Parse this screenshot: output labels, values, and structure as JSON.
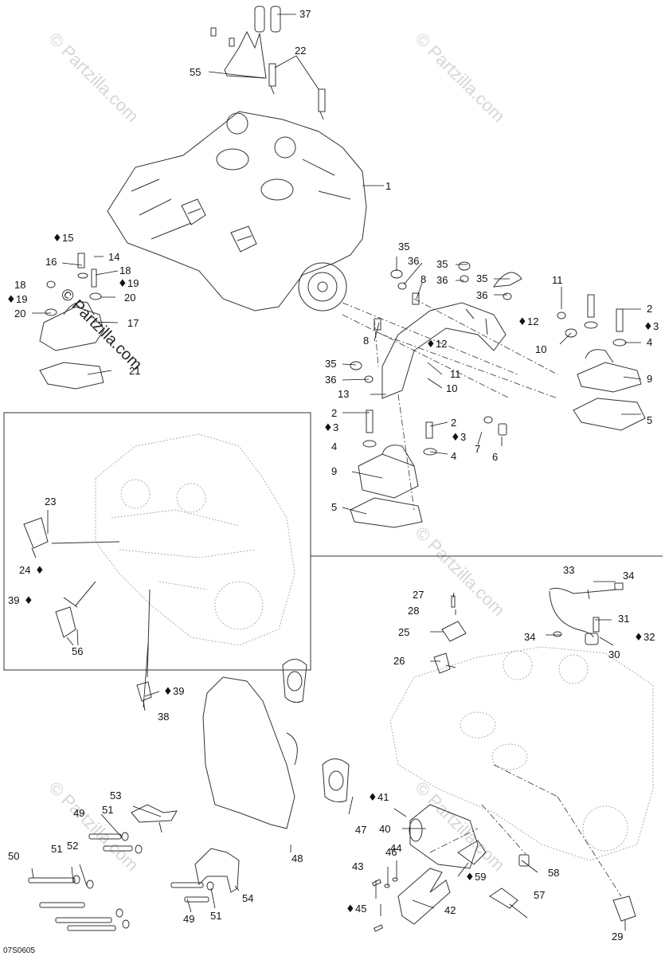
{
  "diagram_code": "07S0605",
  "watermark": "© Partzilla.com",
  "callouts": [
    {
      "n": "1"
    },
    {
      "n": "2"
    },
    {
      "n": "3"
    },
    {
      "n": "4"
    },
    {
      "n": "5"
    },
    {
      "n": "6"
    },
    {
      "n": "7"
    },
    {
      "n": "8"
    },
    {
      "n": "9"
    },
    {
      "n": "10"
    },
    {
      "n": "11"
    },
    {
      "n": "12"
    },
    {
      "n": "13"
    },
    {
      "n": "14"
    },
    {
      "n": "15"
    },
    {
      "n": "16"
    },
    {
      "n": "17"
    },
    {
      "n": "18"
    },
    {
      "n": "19"
    },
    {
      "n": "20"
    },
    {
      "n": "21"
    },
    {
      "n": "22"
    },
    {
      "n": "23"
    },
    {
      "n": "24"
    },
    {
      "n": "25"
    },
    {
      "n": "26"
    },
    {
      "n": "27"
    },
    {
      "n": "28"
    },
    {
      "n": "29"
    },
    {
      "n": "30"
    },
    {
      "n": "31"
    },
    {
      "n": "32"
    },
    {
      "n": "33"
    },
    {
      "n": "34"
    },
    {
      "n": "35"
    },
    {
      "n": "36"
    },
    {
      "n": "37"
    },
    {
      "n": "38"
    },
    {
      "n": "39"
    },
    {
      "n": "40"
    },
    {
      "n": "41"
    },
    {
      "n": "42"
    },
    {
      "n": "43"
    },
    {
      "n": "44"
    },
    {
      "n": "45"
    },
    {
      "n": "46"
    },
    {
      "n": "47"
    },
    {
      "n": "48"
    },
    {
      "n": "49"
    },
    {
      "n": "50"
    },
    {
      "n": "51"
    },
    {
      "n": "52"
    },
    {
      "n": "53"
    },
    {
      "n": "54"
    },
    {
      "n": "55"
    },
    {
      "n": "56"
    },
    {
      "n": "57"
    },
    {
      "n": "58"
    },
    {
      "n": "59"
    }
  ],
  "drop_symbol": "♦",
  "labels": {
    "l1": "1",
    "l2a": "2",
    "l2b": "2",
    "l2c": "2",
    "l3a": "3",
    "l3b": "3",
    "l3c": "3",
    "l4a": "4",
    "l4b": "4",
    "l4c": "4",
    "l5a": "5",
    "l5b": "5",
    "l6": "6",
    "l7": "7",
    "l8a": "8",
    "l8b": "8",
    "l9a": "9",
    "l9b": "9",
    "l10a": "10",
    "l10b": "10",
    "l11a": "11",
    "l11b": "11",
    "l12a": "12",
    "l12b": "12",
    "l13": "13",
    "l14": "14",
    "l15": "15",
    "l16": "16",
    "l17": "17",
    "l18a": "18",
    "l18b": "18",
    "l19a": "19",
    "l19b": "19",
    "l20a": "20",
    "l20b": "20",
    "l21": "21",
    "l22": "22",
    "l23": "23",
    "l24": "24",
    "l25": "25",
    "l26": "26",
    "l27": "27",
    "l28": "28",
    "l29": "29",
    "l30": "30",
    "l31": "31",
    "l32": "32",
    "l33": "33",
    "l34a": "34",
    "l34b": "34",
    "l35a": "35",
    "l35b": "35",
    "l35c": "35",
    "l36a": "36",
    "l36b": "36",
    "l36c": "36",
    "l37": "37",
    "l38": "38",
    "l39a": "39",
    "l39b": "39",
    "l40": "40",
    "l41": "41",
    "l42": "42",
    "l43": "43",
    "l44": "44",
    "l45": "45",
    "l46": "46",
    "l47": "47",
    "l48": "48",
    "l49a": "49",
    "l49b": "49",
    "l50": "50",
    "l51a": "51",
    "l51b": "51",
    "l51c": "51",
    "l52": "52",
    "l53": "53",
    "l54": "54",
    "l55": "55",
    "l56": "56",
    "l57": "57",
    "l58": "58",
    "l59": "59"
  }
}
